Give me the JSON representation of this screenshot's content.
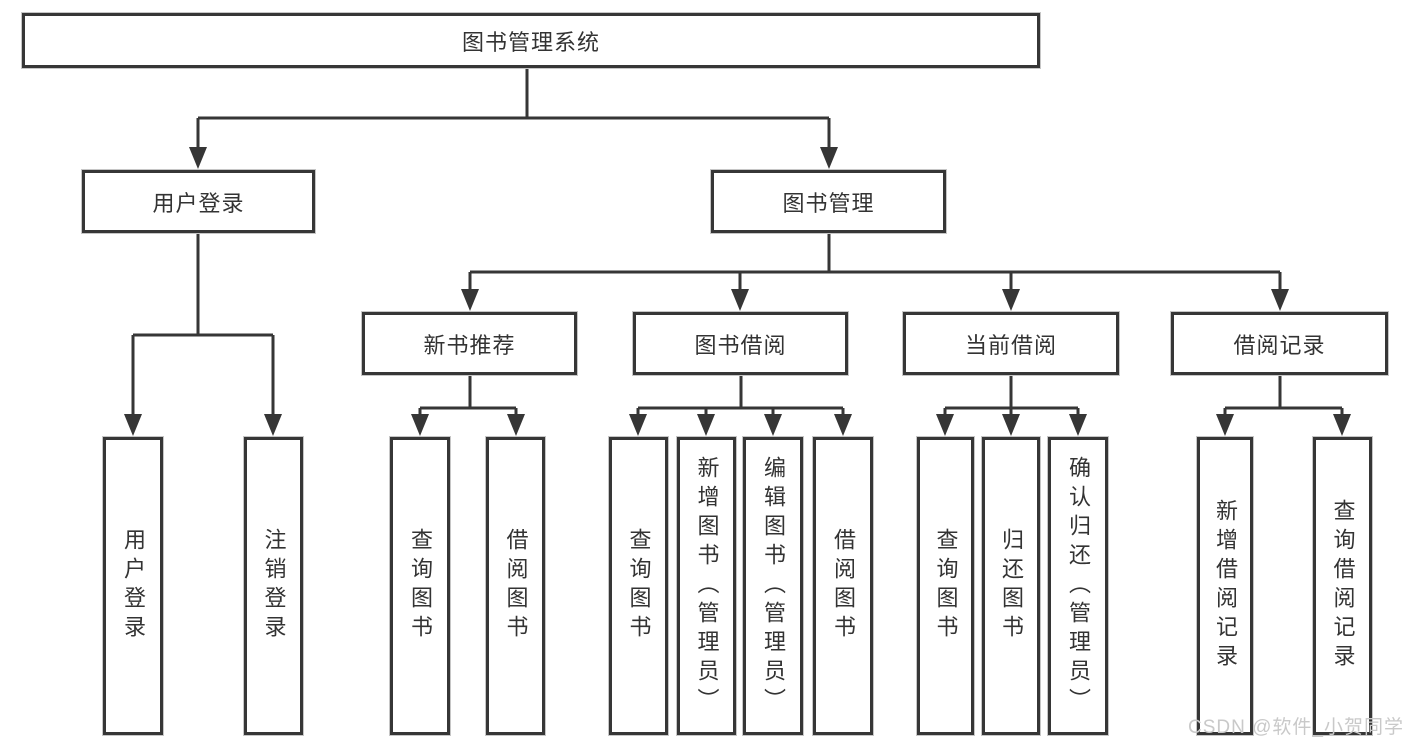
{
  "diagram_type": "hierarchy-tree",
  "colors": {
    "line": "#363636",
    "box_border": "#363636",
    "text": "#333333",
    "background": "#ffffff",
    "watermark": "#c9c9c9"
  },
  "tree": {
    "root": {
      "label": "图书管理系统",
      "children": [
        {
          "label": "用户登录",
          "children": [
            {
              "label": "用户登录"
            },
            {
              "label": "注销登录"
            }
          ]
        },
        {
          "label": "图书管理",
          "children": [
            {
              "label": "新书推荐",
              "children": [
                {
                  "label": "查询图书"
                },
                {
                  "label": "借阅图书"
                }
              ]
            },
            {
              "label": "图书借阅",
              "children": [
                {
                  "label": "查询图书"
                },
                {
                  "label": "新增图书（管理员）"
                },
                {
                  "label": "编辑图书（管理员）"
                },
                {
                  "label": "借阅图书"
                }
              ]
            },
            {
              "label": "当前借阅",
              "children": [
                {
                  "label": "查询图书"
                },
                {
                  "label": "归还图书"
                },
                {
                  "label": "确认归还（管理员）"
                }
              ]
            },
            {
              "label": "借阅记录",
              "children": [
                {
                  "label": "新增借阅记录"
                },
                {
                  "label": "查询借阅记录"
                }
              ]
            }
          ]
        }
      ]
    }
  },
  "watermark": "CSDN @软件_小贺同学"
}
